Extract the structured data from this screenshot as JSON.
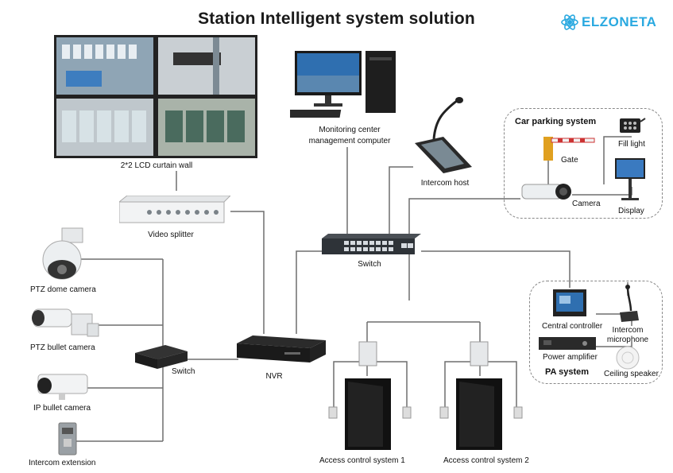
{
  "title": "Station Intelligent system solution",
  "brand": {
    "name": "ELZONETA",
    "color": "#2aa9e0"
  },
  "labels": {
    "lcd_wall": "2*2 LCD curtain wall",
    "video_splitter": "Video splitter",
    "monitoring_computer": "Monitoring center\nmanagement computer",
    "intercom_host": "Intercom host",
    "switch_main": "Switch",
    "switch_left": "Switch",
    "nvr": "NVR",
    "ptz_dome": "PTZ dome camera",
    "ptz_bullet": "PTZ bullet camera",
    "ip_bullet": "IP bullet camera",
    "intercom_extension": "Intercom extension",
    "access1": "Access control system 1",
    "access2": "Access control system 2"
  },
  "car_parking": {
    "title": "Car parking system",
    "fill_light": "Fill light",
    "gate": "Gate",
    "camera": "Camera",
    "display": "Display"
  },
  "pa_system": {
    "title": "PA system",
    "central_controller": "Central controller",
    "intercom_microphone": "Intercom\nmicrophone",
    "power_amplifier": "Power amplifier",
    "ceiling_speaker": "Ceiling speaker"
  },
  "colors": {
    "wire": "#6e6e6e",
    "device_dark": "#1e1e1e",
    "screen_blue": "#2f6fb0"
  }
}
